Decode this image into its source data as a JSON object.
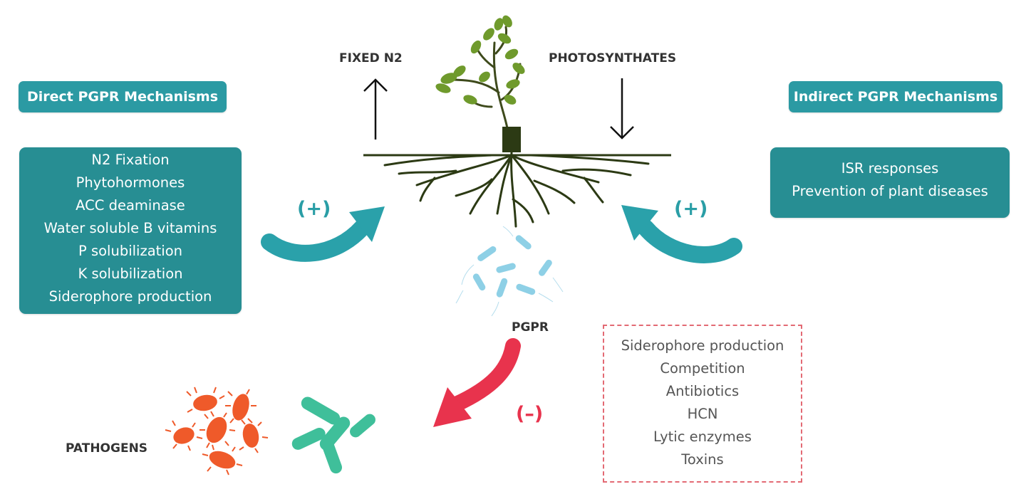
{
  "direct": {
    "title": "Direct PGPR Mechanisms",
    "items": [
      "N2 Fixation",
      "Phytohormones",
      "ACC deaminase",
      "Water soluble B vitamins",
      "P solubilization",
      "K solubilization",
      "Siderophore production"
    ],
    "sign": "(+)"
  },
  "indirect": {
    "title": "Indirect PGPR Mechanisms",
    "items": [
      "ISR responses",
      "Prevention of plant diseases"
    ],
    "sign": "(+)"
  },
  "plant": {
    "fixed_label": "FIXED N2",
    "photo_label": "PHOTOSYNTHATES"
  },
  "pgpr_label": "PGPR",
  "pathogens_label": "PATHOGENS",
  "antagonism": {
    "sign": "(–)",
    "items": [
      "Siderophore production",
      "Competition",
      "Antibiotics",
      "HCN",
      "Lytic enzymes",
      "Toxins"
    ]
  },
  "colors": {
    "teal_header": "#2b9aa3",
    "teal_panel": "#278e93",
    "arrow_teal": "#2aa1aa",
    "arrow_red": "#e8334d",
    "root": "#2c3a14",
    "leaf": "#6f9a2c",
    "bacteria": "#8ed0e6",
    "pathogen": "#ef5a2a",
    "bacteria_green": "#3fbf9a",
    "dashed": "#e36a74"
  }
}
